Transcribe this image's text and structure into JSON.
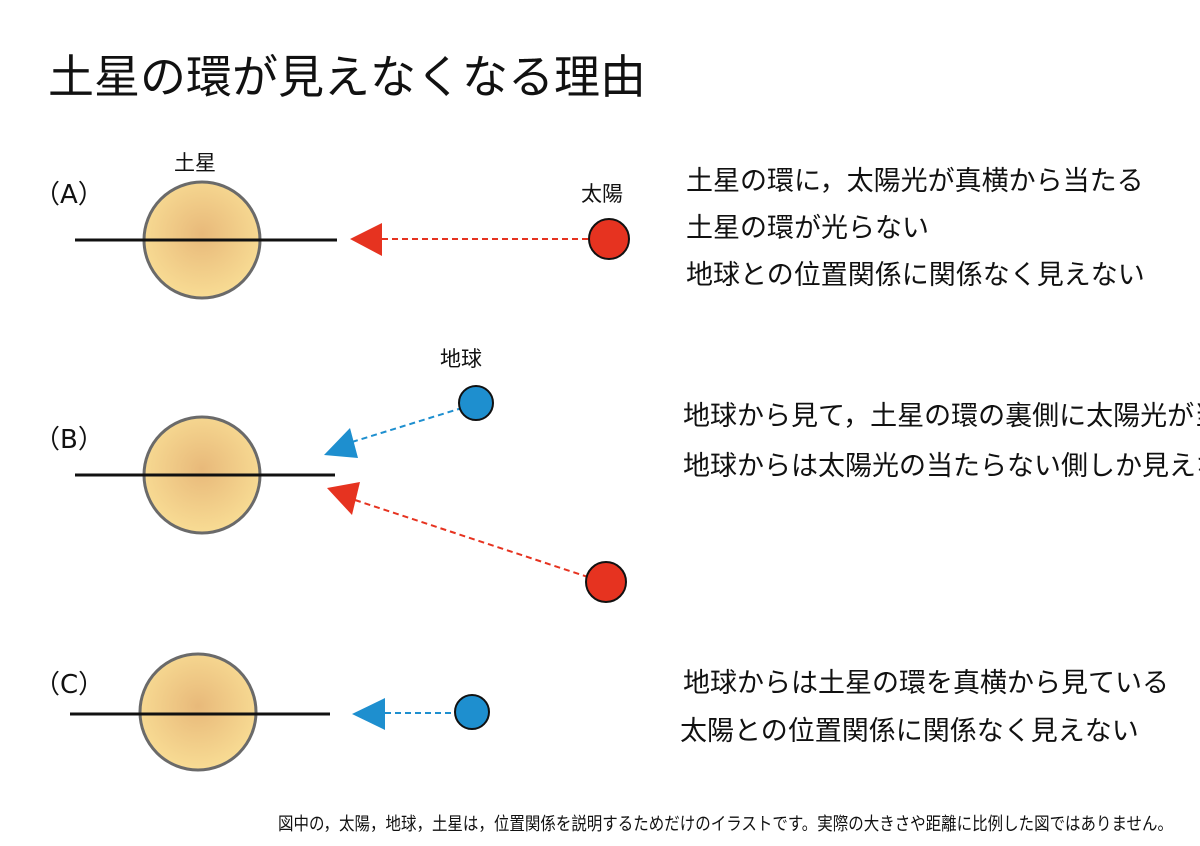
{
  "title": "土星の環が見えなくなる理由",
  "colors": {
    "sun": "#e63320",
    "earth": "#1e8fcf",
    "saturn_center": "#e8b97a",
    "saturn_edge": "#f8dc94",
    "saturn_stroke": "#6a6a6a"
  },
  "panels": [
    {
      "label": "（A）",
      "saturn_label": "土星",
      "sun_label": "太陽",
      "description": [
        "土星の環に，太陽光が真横から当たる",
        "土星の環が光らない",
        "地球との位置関係に関係なく見えない"
      ]
    },
    {
      "label": "（B）",
      "earth_label": "地球",
      "description": [
        "地球から見て，土星の環の裏側に太陽光が当たる",
        "地球からは太陽光の当たらない側しか見えない"
      ]
    },
    {
      "label": "（C）",
      "description": [
        "地球からは土星の環を真横から見ている",
        "太陽との位置関係に関係なく見えない"
      ]
    }
  ],
  "footnote": "図中の，太陽，地球，土星は，位置関係を説明するためだけのイラストです。実際の大きさや距離に比例した図ではありません。"
}
